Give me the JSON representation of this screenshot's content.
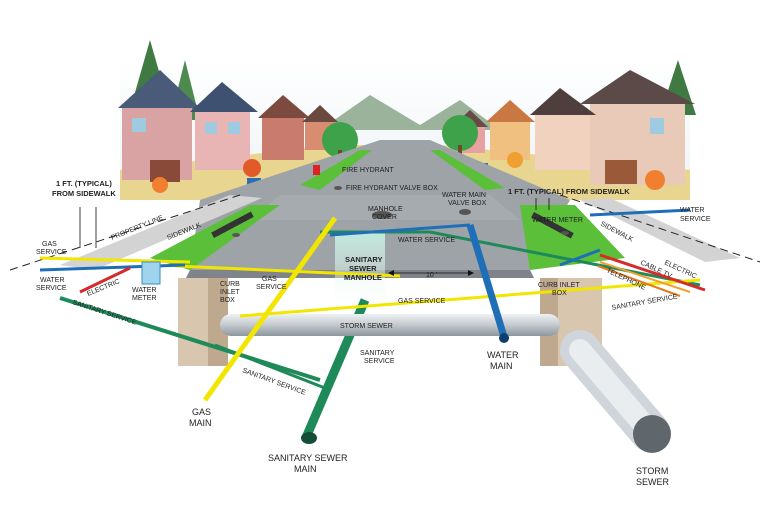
{
  "colors": {
    "gas": "#f2e600",
    "water": "#1f6fb8",
    "sanitary": "#1e8a5a",
    "storm": "#c9cfd4",
    "electric": "#d62b2b",
    "cable": "#f0a030",
    "telephone": "#e07a1a",
    "grass": "#5bbf3a",
    "road": "#9aa0a4",
    "sidewalk": "#cfcfcf",
    "soil_box": "#d9c9b4"
  },
  "labels": {
    "fire_hydrant": "FIRE HYDRANT",
    "fire_hydrant_valve_box": "FIRE HYDRANT VALVE BOX",
    "water_main_valve_box_1": "WATER MAIN",
    "water_main_valve_box_2": "VALVE BOX",
    "manhole_cover_1": "MANHOLE",
    "manhole_cover_2": "COVER",
    "one_ft_left_1": "1 FT. (TYPICAL)",
    "one_ft_left_2": "FROM SIDEWALK",
    "one_ft_right": "1 FT. (TYPICAL) FROM SIDEWALK",
    "property_line": "PROPERTY LINE",
    "sidewalk_left": "SIDEWALK",
    "sidewalk_right": "SIDEWALK",
    "gas_service_left_1": "GAS",
    "gas_service_left_2": "SERVICE",
    "water_service_left_1": "WATER",
    "water_service_left_2": "SERVICE",
    "electric_left": "ELECTRIC",
    "water_meter_left_1": "WATER",
    "water_meter_left_2": "METER",
    "water_meter_right": "WATER METER",
    "sanitary_service_left": "SANITARY SERVICE",
    "water_service_center": "WATER SERVICE",
    "sanitary_sewer_manhole_1": "SANITARY",
    "sanitary_sewer_manhole_2": "SEWER",
    "sanitary_sewer_manhole_3": "MANHOLE",
    "ten_feet": "10 '",
    "curb_inlet_box_left_1": "CURB",
    "curb_inlet_box_left_2": "INLET",
    "curb_inlet_box_left_3": "BOX",
    "curb_inlet_box_right_1": "CURB INLET",
    "curb_inlet_box_right_2": "BOX",
    "gas_service_center_1": "GAS",
    "gas_service_center_2": "SERVICE",
    "gas_service_right": "GAS SERVICE",
    "storm_sewer_pipe": "STORM SEWER",
    "water_main_1": "WATER",
    "water_main_2": "MAIN",
    "sanitary_service_center_1": "SANITARY",
    "sanitary_service_center_2": "SERVICE",
    "sanitary_service_lower": "SANITARY SERVICE",
    "gas_main_1": "GAS",
    "gas_main_2": "MAIN",
    "sanitary_sewer_main_1": "SANITARY SEWER",
    "sanitary_sewer_main_2": "MAIN",
    "storm_sewer_1": "STORM",
    "storm_sewer_2": "SEWER",
    "water_service_right_1": "WATER",
    "water_service_right_2": "SERVICE",
    "cable_tv": "CABLE TV",
    "telephone": "TELEPHONE",
    "electric_right": "ELECTRIC",
    "sanitary_service_right": "SANITARY SERVICE"
  }
}
